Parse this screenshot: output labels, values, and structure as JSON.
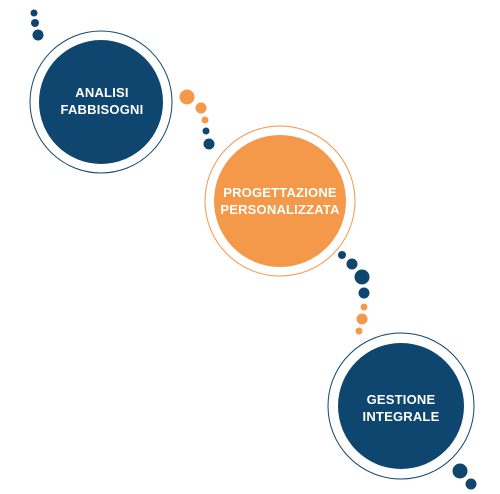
{
  "colors": {
    "navy": "#0e4670",
    "orange": "#f4994a",
    "background": "#ffffff",
    "label_text": "#ffffff"
  },
  "steps": [
    {
      "line1": "ANALISI",
      "line2": "FABBISOGNI",
      "fill": "navy"
    },
    {
      "line1": "PROGETTAZIONE",
      "line2": "PERSONALIZZATA",
      "fill": "orange"
    },
    {
      "line1": "GESTIONE",
      "line2": "INTEGRALE",
      "fill": "navy"
    }
  ]
}
